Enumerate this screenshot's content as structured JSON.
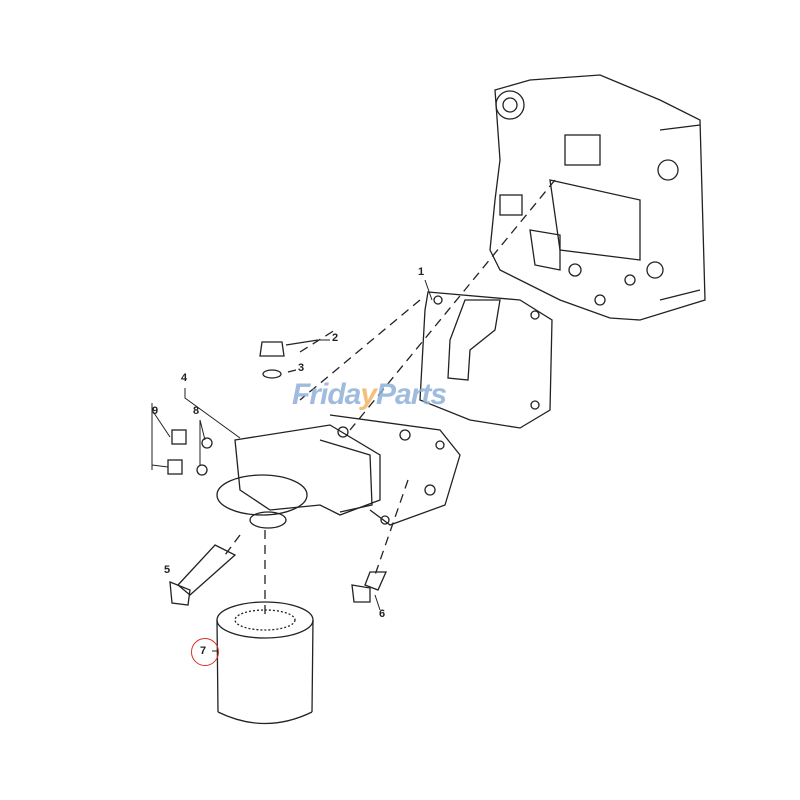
{
  "diagram": {
    "watermark": {
      "part1": "Frida",
      "part2": "y",
      "part3": "Parts"
    },
    "callouts": [
      {
        "id": "1",
        "label": "1"
      },
      {
        "id": "2",
        "label": "2"
      },
      {
        "id": "3",
        "label": "3"
      },
      {
        "id": "4",
        "label": "4"
      },
      {
        "id": "5",
        "label": "5"
      },
      {
        "id": "6",
        "label": "6"
      },
      {
        "id": "7",
        "label": "7"
      },
      {
        "id": "8",
        "label": "8"
      },
      {
        "id": "9",
        "label": "9"
      }
    ],
    "highlight_color": "#d9302a"
  }
}
